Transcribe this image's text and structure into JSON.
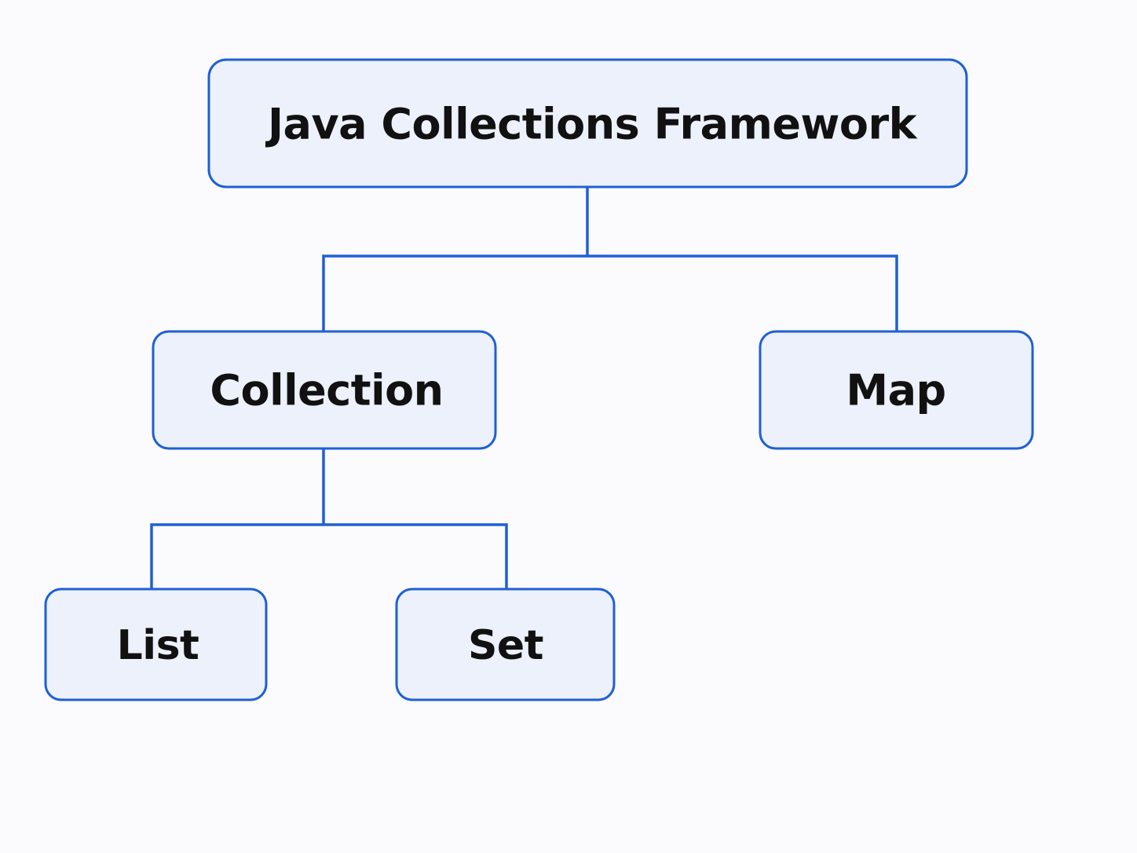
{
  "diagram": {
    "root": {
      "label": "Java Collections Framework"
    },
    "collection": {
      "label": "Collection"
    },
    "map": {
      "label": "Map"
    },
    "list": {
      "label": "List"
    },
    "set": {
      "label": "Set"
    }
  },
  "colors": {
    "accent": "#1f5fd6",
    "box_fill": "#ecf1fb",
    "text": "#111111",
    "background": "#fbfbfd"
  }
}
